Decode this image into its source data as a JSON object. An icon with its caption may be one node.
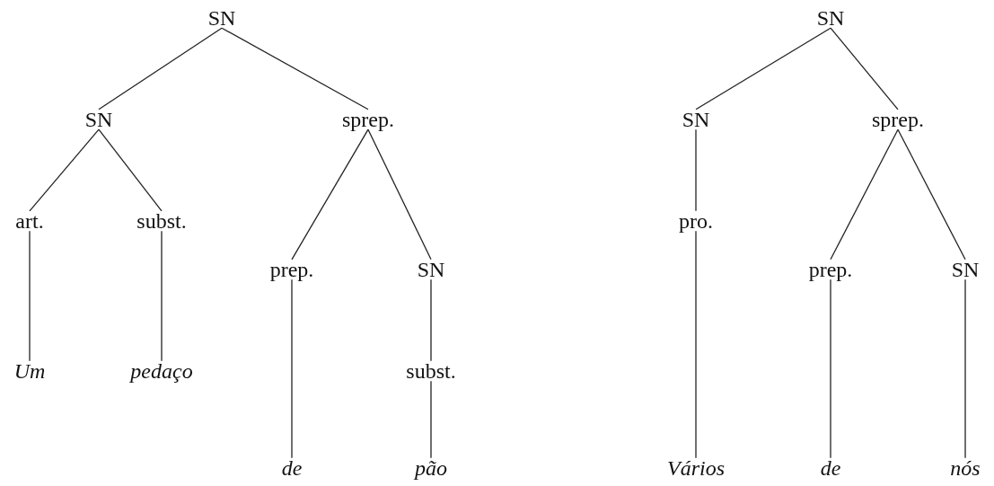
{
  "diagram": {
    "nodes": [
      {
        "text": [
          "SN"
        ]
      },
      {
        "text": [
          "SN"
        ]
      },
      {
        "text": [
          "sprep."
        ]
      },
      {
        "text": [
          "art."
        ]
      },
      {
        "text": [
          "subst."
        ]
      },
      {
        "text": [
          "prep."
        ]
      },
      {
        "text": [
          "SN"
        ]
      },
      {
        "text": [
          "Um"
        ]
      },
      {
        "text": [
          "pedaço"
        ]
      },
      {
        "text": [
          "subst."
        ]
      },
      {
        "text": [
          "de"
        ]
      },
      {
        "text": [
          "pão"
        ]
      },
      {
        "text": [
          "SN"
        ]
      },
      {
        "text": [
          "SN"
        ]
      },
      {
        "text": [
          "sprep."
        ]
      },
      {
        "text": [
          "pro."
        ]
      },
      {
        "text": [
          "prep."
        ]
      },
      {
        "text": [
          "SN"
        ]
      },
      {
        "text": [
          "Vários"
        ]
      },
      {
        "text": [
          "de"
        ]
      },
      {
        "text": [
          "nós"
        ]
      }
    ],
    "edges": [
      {
        "from": 0,
        "to": 1,
        "arrow": "none"
      },
      {
        "from": 0,
        "to": 2,
        "arrow": "none"
      },
      {
        "from": 1,
        "to": 3,
        "arrow": "none"
      },
      {
        "from": 1,
        "to": 4,
        "arrow": "none"
      },
      {
        "from": 3,
        "to": 7,
        "arrow": "none"
      },
      {
        "from": 4,
        "to": 8,
        "arrow": "none"
      },
      {
        "from": 2,
        "to": 5,
        "arrow": "none"
      },
      {
        "from": 2,
        "to": 6,
        "arrow": "none"
      },
      {
        "from": 5,
        "to": 10,
        "arrow": "none"
      },
      {
        "from": 6,
        "to": 9,
        "arrow": "none"
      },
      {
        "from": 9,
        "to": 11,
        "arrow": "none"
      },
      {
        "from": 12,
        "to": 13,
        "arrow": "none"
      },
      {
        "from": 12,
        "to": 14,
        "arrow": "none"
      },
      {
        "from": 13,
        "to": 15,
        "arrow": "none"
      },
      {
        "from": 15,
        "to": 18,
        "arrow": "none"
      },
      {
        "from": 14,
        "to": 16,
        "arrow": "none"
      },
      {
        "from": 14,
        "to": 17,
        "arrow": "none"
      },
      {
        "from": 16,
        "to": 19,
        "arrow": "none"
      },
      {
        "from": 17,
        "to": 20,
        "arrow": "none"
      }
    ]
  }
}
